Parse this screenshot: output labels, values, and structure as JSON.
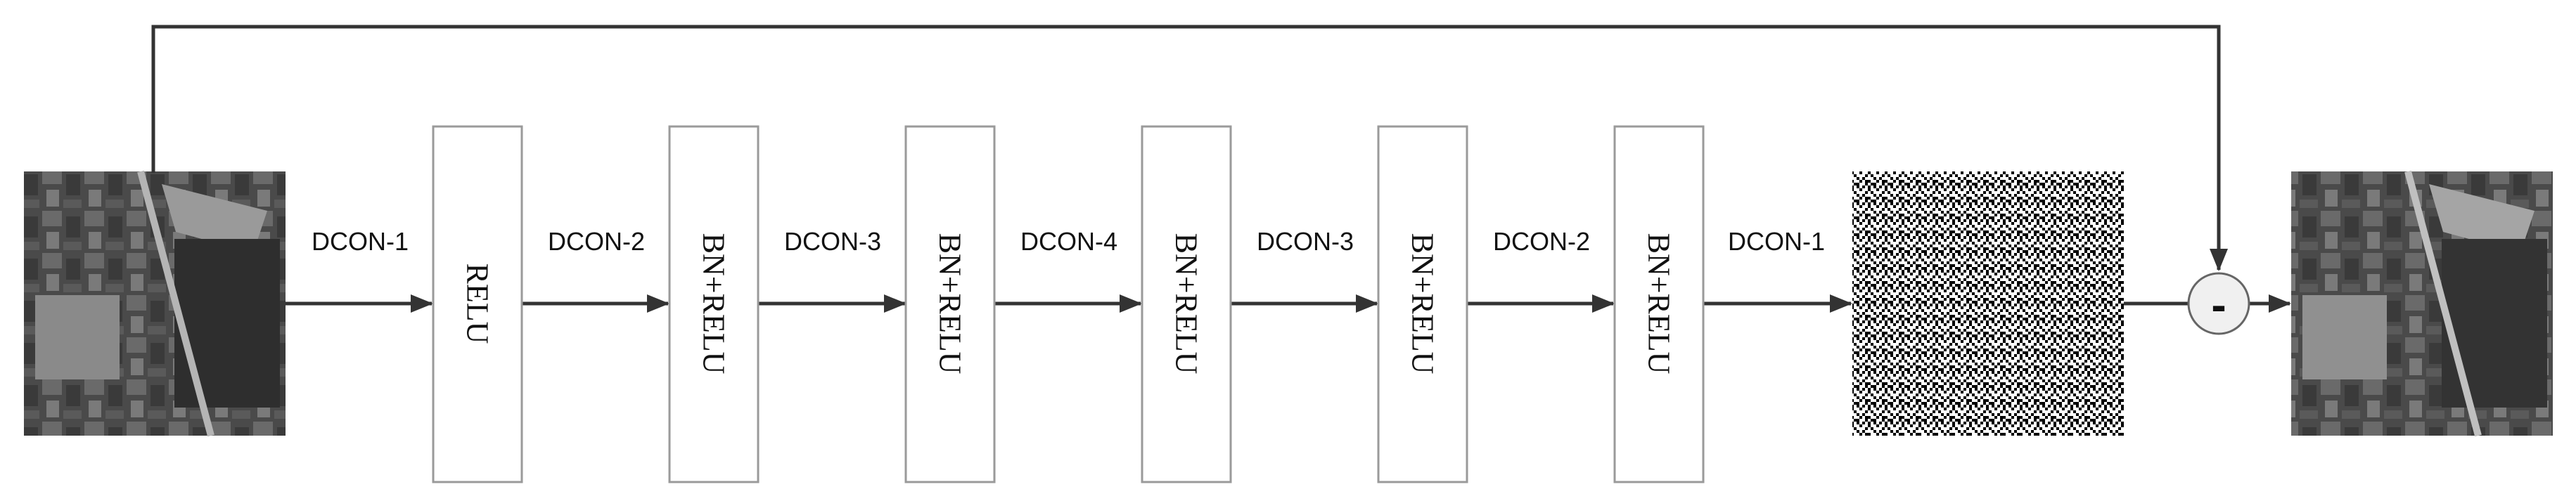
{
  "diagram": {
    "stages": [
      {
        "edge_label": "DCON-1",
        "block_label": "RELU"
      },
      {
        "edge_label": "DCON-2",
        "block_label": "BN+RELU"
      },
      {
        "edge_label": "DCON-3",
        "block_label": "BN+RELU"
      },
      {
        "edge_label": "DCON-4",
        "block_label": "BN+RELU"
      },
      {
        "edge_label": "DCON-3",
        "block_label": "BN+RELU"
      },
      {
        "edge_label": "DCON-2",
        "block_label": "BN+RELU"
      }
    ],
    "final_edge_label": "DCON-1",
    "operator_symbol": "-",
    "images": {
      "input": "noisy-aerial-image",
      "residual": "predicted-noise-map",
      "output": "denoised-aerial-image"
    }
  }
}
